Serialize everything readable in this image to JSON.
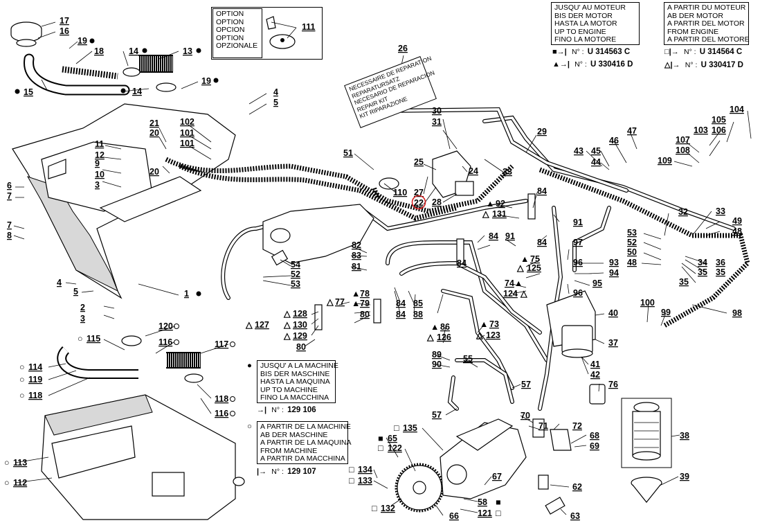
{
  "option_box": {
    "lines": [
      "OPTION",
      "OPTION",
      "OPCION",
      "OPTION",
      "OPZIONALE"
    ]
  },
  "repair_kit_box": {
    "lines": [
      "NECESSAIRE DE REPARATION",
      "REPARATURSATZ",
      "NECESARIO DE REPARACION",
      "REPAIR KIT",
      "KIT RIPARAZIONE"
    ]
  },
  "until_engine_box": {
    "lines": [
      "JUSQU' AU MOTEUR",
      "BIS DER MOTOR",
      "HASTA LA MOTOR",
      "UP TO ENGINE",
      "FINO LA MOTORE"
    ]
  },
  "from_engine_box": {
    "lines": [
      "A PARTIR DU MOTEUR",
      "AB DER MOTOR",
      "A PARTIR DEL MOTOR",
      "FROM ENGINE",
      "A PARTIR DEL MOTORE"
    ]
  },
  "until_machine_box": {
    "lines": [
      "JUSQU' A LA MACHINE",
      "BIS DER MASCHINE",
      "HASTA LA MAQUINA",
      "UP TO MACHINE",
      "FINO LA MACCHINA"
    ]
  },
  "from_machine_box": {
    "lines": [
      "A PARTIR DE LA MACHINE",
      "AB DER MASCHINE",
      "A PARTIR DE LA MAQUINA",
      "FROM MACHINE",
      "A PARTIR DA MACCHINA"
    ]
  },
  "serials": {
    "sq_filled_label": "N° :",
    "sq_filled_value": "U 314563 C",
    "tri_filled_label": "N° :",
    "tri_filled_value": "U 330416 D",
    "sq_open_label": "N° :",
    "sq_open_value": "U 314564 C",
    "tri_open_label": "N° :",
    "tri_open_value": "U 330417 D",
    "machine_until_label": "N° :",
    "machine_until_value": "129 106",
    "machine_from_label": "N° :",
    "machine_from_value": "129 107"
  },
  "callouts": {
    "c17": "17",
    "c16": "16",
    "c19a": "19",
    "c18": "18",
    "c14a": "14",
    "c13": "13",
    "c15": "15",
    "c14b": "14",
    "c19b": "19",
    "c111": "111",
    "c26": "26",
    "c4a": "4",
    "c5a": "5",
    "c21": "21",
    "c20a": "20",
    "c102": "102",
    "c101a": "101",
    "c101b": "101",
    "c11": "11",
    "c12": "12",
    "c9": "9",
    "c10": "10",
    "c20b": "20",
    "c3a": "3",
    "c6": "6",
    "c7a": "7",
    "c7b": "7",
    "c8": "8",
    "c4b": "4",
    "c5b": "5",
    "c1": "1",
    "c2": "2",
    "c3b": "3",
    "c51": "51",
    "c30": "30",
    "c31": "31",
    "c25": "25",
    "c24": "24",
    "c23": "23",
    "c110": "110",
    "c27": "27",
    "c22": "22",
    "c28": "28",
    "c29": "29",
    "c47": "47",
    "c43": "43",
    "c45": "45",
    "c44": "44",
    "c46": "46",
    "c104": "104",
    "c105": "105",
    "c106": "106",
    "c103": "103",
    "c107": "107",
    "c108": "108",
    "c109": "109",
    "c84a": "84",
    "c92": "92",
    "c131": "131",
    "c91a": "91",
    "c32": "32",
    "c33": "33",
    "c49": "49",
    "c48a": "48",
    "c53": "53",
    "c52a": "52",
    "c50": "50",
    "c48b": "48",
    "c34": "34",
    "c36": "36",
    "c35a": "35",
    "c35b": "35",
    "c82": "82",
    "c83": "83",
    "c81": "81",
    "c54": "54",
    "c52b": "52",
    "c53b": "53",
    "c84b": "84",
    "c91b": "91",
    "c84c": "84",
    "c84d": "84",
    "c97": "97",
    "c96a": "96",
    "c93": "93",
    "c94": "94",
    "c75": "75",
    "c125": "125",
    "c95": "95",
    "c96b": "96",
    "c74": "74",
    "c124": "124",
    "c77": "77",
    "c78": "78",
    "c79": "79",
    "c80a": "80",
    "c84e": "84",
    "c85": "85",
    "c84f": "84",
    "c88": "88",
    "c100": "100",
    "c99": "99",
    "c98": "98",
    "c40": "40",
    "c37": "37",
    "c128": "128",
    "c127": "127",
    "c130": "130",
    "c129": "129",
    "c80b": "80",
    "c86": "86",
    "c126": "126",
    "c73": "73",
    "c123": "123",
    "c89": "89",
    "c90": "90",
    "c55": "55",
    "c41": "41",
    "c42": "42",
    "c76": "76",
    "c57a": "57",
    "c57b": "57",
    "c120": "120",
    "c115": "115",
    "c116a": "116",
    "c117": "117",
    "c114": "114",
    "c119": "119",
    "c118a": "118",
    "c118b": "118",
    "c116b": "116",
    "c113": "113",
    "c112": "112",
    "c135": "135",
    "c65": "65",
    "c122": "122",
    "c70": "70",
    "c71": "71",
    "c72": "72",
    "c68": "68",
    "c69": "69",
    "c38": "38",
    "c39": "39",
    "c134": "134",
    "c133": "133",
    "c67": "67",
    "c62": "62",
    "c58": "58",
    "c121": "121",
    "c132": "132",
    "c66": "66",
    "c63": "63"
  },
  "highlight": {
    "circle_color": "#d62020"
  }
}
